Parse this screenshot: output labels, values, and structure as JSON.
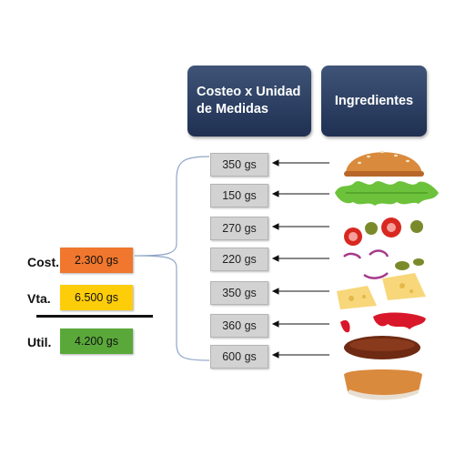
{
  "headers": {
    "cost_line1": "Costeo x Unidad",
    "cost_line2": "de Medidas",
    "ingredients": "Ingredientes"
  },
  "units": [
    {
      "value": "350 gs",
      "ingredient": "pan superior"
    },
    {
      "value": "150 gs",
      "ingredient": "lechuga"
    },
    {
      "value": "270 gs",
      "ingredient": "tomate y pepinillo"
    },
    {
      "value": "220 gs",
      "ingredient": "cebolla"
    },
    {
      "value": "350 gs",
      "ingredient": "queso"
    },
    {
      "value": "360 gs",
      "ingredient": "ketchup"
    },
    {
      "value": "600 gs",
      "ingredient": "carne y pan inferior"
    }
  ],
  "summary": {
    "cost_label": "Cost.",
    "cost_value": "2.300 gs",
    "sale_label": "Vta.",
    "sale_value": "6.500 gs",
    "profit_label": "Util.",
    "profit_value": "4.200 gs"
  },
  "colors": {
    "cost": "#f0772d",
    "sale": "#fecd0a",
    "profit": "#5aa83a",
    "header": "#2a3b5e",
    "unit_box": "#d2d2d2"
  }
}
